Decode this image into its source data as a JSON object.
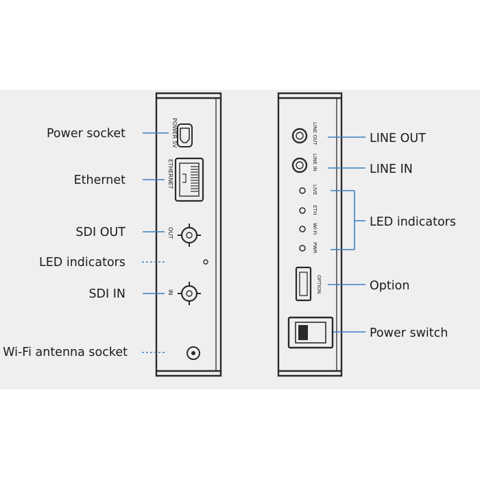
{
  "left_panel": {
    "labels": {
      "power_socket": "Power socket",
      "ethernet": "Ethernet",
      "sdi_out": "SDI OUT",
      "led_indicators": "LED indicators",
      "sdi_in": "SDI IN",
      "wifi_antenna_socket": "Wi-Fi antenna socket"
    },
    "port_text": {
      "power": "POWER 5V",
      "ethernet": "ETHERNET",
      "out": "OUT",
      "in": "IN"
    }
  },
  "right_panel": {
    "labels": {
      "line_out": "LINE OUT",
      "line_in": "LINE IN",
      "led_indicators": "LED indicators",
      "option": "Option",
      "power_switch": "Power switch"
    },
    "port_text": {
      "line_out": "LINE OUT",
      "line_in": "LINE IN",
      "live": "LIVE",
      "eth": "ETH",
      "wifi": "Wi-Fi",
      "pwr": "PWR",
      "option": "OPTION"
    }
  },
  "colors": {
    "background_band": "#efefef",
    "leader_line": "#3a7fc0",
    "device_outline": "#2a2a2a"
  }
}
